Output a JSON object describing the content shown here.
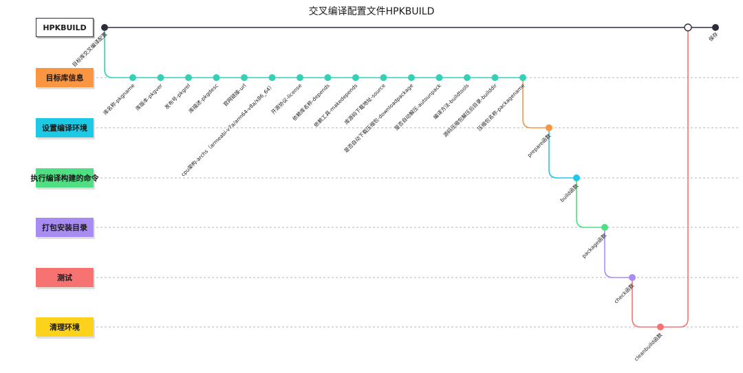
{
  "title": "交叉编译配置文件HPKBUILD",
  "lanes": [
    {
      "label": "HPKBUILD",
      "color": "#ffffff",
      "border": "#2d2d3a",
      "lineColor": "#2d2d3a"
    },
    {
      "label": "目标库信息",
      "color": "#fa9541",
      "lineColor": "#35d0b6"
    },
    {
      "label": "设置编译环境",
      "color": "#1ec9e6",
      "lineColor": "#1ec9e6"
    },
    {
      "label": "执行编译构建的命令",
      "color": "#4fde82",
      "lineColor": "#4fde82"
    },
    {
      "label": "打包安装目录",
      "color": "#a98cf2",
      "lineColor": "#a98cf2"
    },
    {
      "label": "测试",
      "color": "#f77372",
      "lineColor": "#f77372"
    },
    {
      "label": "清理环境",
      "color": "#fcd21c",
      "lineColor": "#f77372"
    }
  ],
  "main_nodes": [
    {
      "label": "目标库交叉编译配置"
    },
    {
      "label": "保存"
    }
  ],
  "info_nodes": [
    {
      "label": "库名称-pkgname"
    },
    {
      "label": "库版本-pkgver"
    },
    {
      "label": "发布号-pkgrel"
    },
    {
      "label": "库描述-pkgdesc"
    },
    {
      "label": "官网链接-url"
    },
    {
      "label": "cpu架构-archs（armeabi-v7a/arm64-v8a/x86_64）"
    },
    {
      "label": "开源协议-license"
    },
    {
      "label": "依赖库名称-depends"
    },
    {
      "label": "依赖工具-makedepends"
    },
    {
      "label": "库源码下载地址-source"
    },
    {
      "label": "是否自动下载压缩包-downloadpackage"
    },
    {
      "label": "是否自动解压-autounpack"
    },
    {
      "label": "编译方法-buildtools"
    },
    {
      "label": "源码压缩包解压后目录-builddir"
    },
    {
      "label": "压缩包名称-packagename"
    }
  ],
  "step_nodes": [
    {
      "label": "prepare函数",
      "color": "#fa9541"
    },
    {
      "label": "build函数",
      "color": "#1ec9e6"
    },
    {
      "label": "package函数",
      "color": "#4fde82"
    },
    {
      "label": "check函数",
      "color": "#a98cf2"
    },
    {
      "label": "cleanbuild函数",
      "color": "#f77372"
    }
  ],
  "colors": {
    "info_node": "#35d0b6",
    "main_line": "#2d2d3a",
    "return_line": "#f77372",
    "dashed": "#b5b5b5",
    "connector_orange": "#fa9541"
  }
}
